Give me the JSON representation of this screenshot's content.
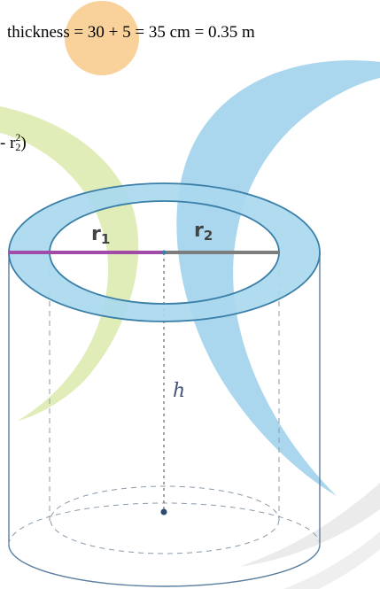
{
  "text": {
    "thickness_line": "thickness = 30 + 5 = 35 cm = 0.35 m",
    "formula_prefix": "- r",
    "formula_sub": "2",
    "formula_sup": "2",
    "formula_suffix": ")"
  },
  "diagram": {
    "label_r1": "r",
    "label_r1_sub": "1",
    "label_r2": "r",
    "label_r2_sub": "2",
    "label_h": "h"
  },
  "colors": {
    "ring_fill": "#a9d8ee",
    "ring_stroke": "#3a7fa8",
    "r1_line": "#a24aa8",
    "r2_line": "#7d7d7d",
    "watermark_orange": "#f8c98a",
    "watermark_blue": "#8ec9e8",
    "watermark_green": "#d8e8a6"
  }
}
